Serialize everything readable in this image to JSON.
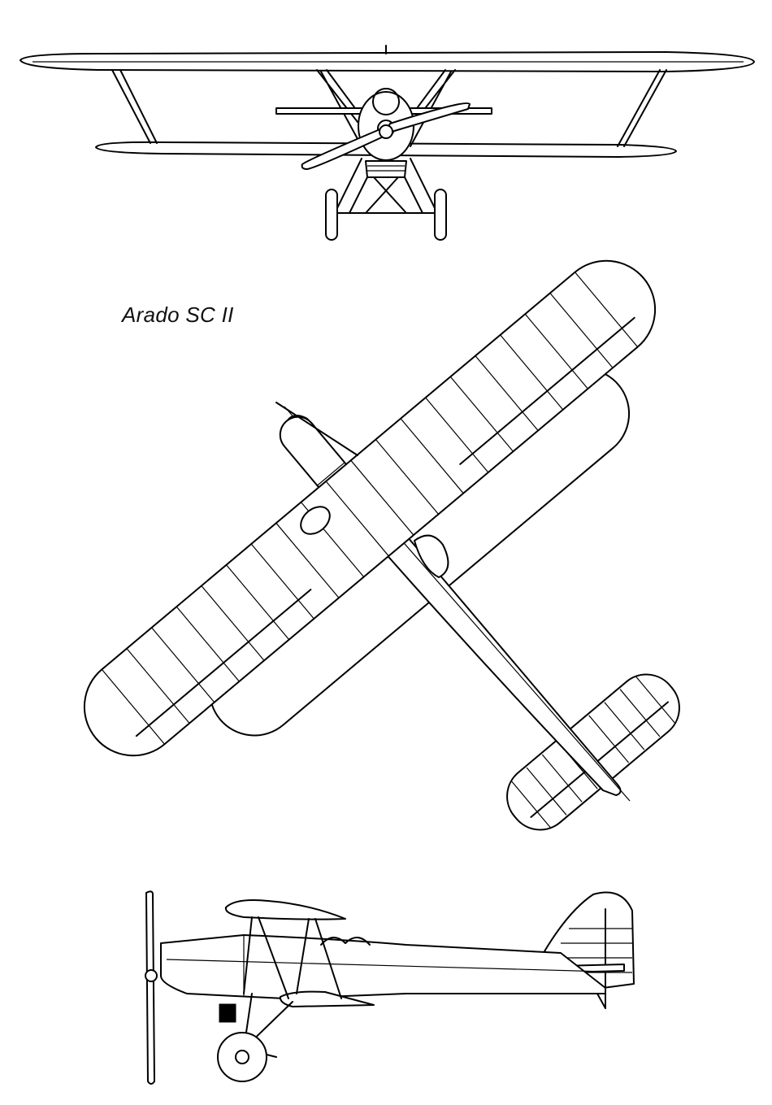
{
  "drawing": {
    "title": "Arado SC II",
    "views": [
      "front-view",
      "plan-view",
      "side-view"
    ]
  },
  "colors": {
    "ink": "#000000",
    "paper": "#ffffff"
  }
}
